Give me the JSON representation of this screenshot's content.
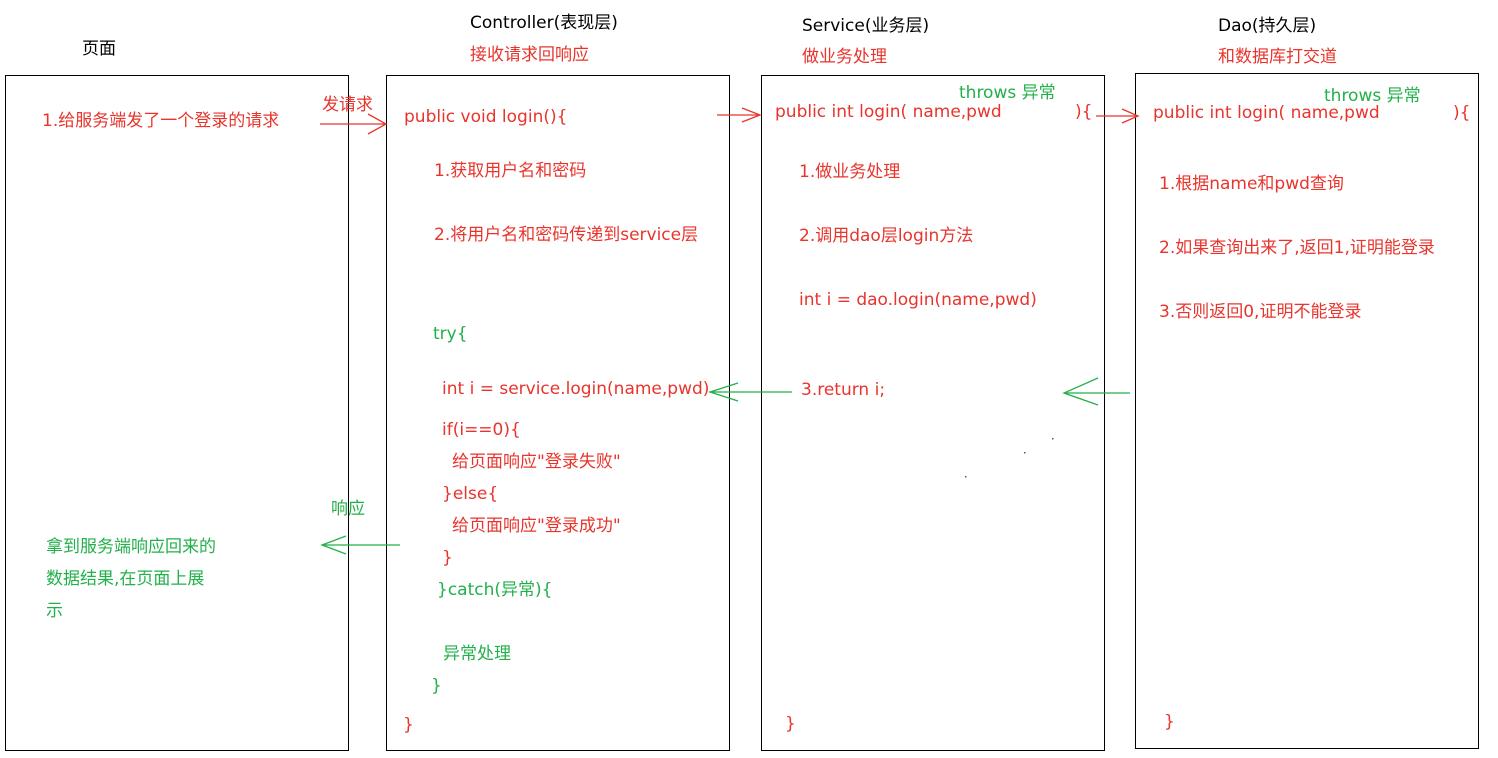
{
  "colors": {
    "red": "#e8342c",
    "green": "#22b04a",
    "black": "#000000"
  },
  "headers": {
    "page": {
      "title": "页面"
    },
    "controller": {
      "title": "Controller(表现层)",
      "subtitle": "接收请求回响应"
    },
    "service": {
      "title": "Service(业务层)",
      "subtitle": "做业务处理"
    },
    "dao": {
      "title": "Dao(持久层)",
      "subtitle": "和数据库打交道"
    }
  },
  "page_box": {
    "request_text": "1.给服务端发了一个登录的请求",
    "result_lines": [
      "拿到服务端响应回来的",
      "数据结果,在页面上展",
      "示"
    ]
  },
  "arrow_labels": {
    "send_request": "发请求",
    "response": "响应"
  },
  "controller_box": {
    "signature": "public void login(){",
    "step1": "1.获取用户名和密码",
    "step2": "2.将用户名和密码传递到service层",
    "try_open": "try{",
    "call": "int i = service.login(name,pwd)",
    "if_line": "if(i==0){",
    "fail_line": "给页面响应\"登录失败\"",
    "else_line": "}else{",
    "success_line": "给页面响应\"登录成功\"",
    "if_close": "}",
    "catch_line": "}catch(异常){",
    "exception_handling": "异常处理",
    "try_close": "}",
    "method_close": "}"
  },
  "service_box": {
    "throws": "throws 异常",
    "signature_left": "public  int   login(  name,pwd",
    "signature_right": "){",
    "step1": "1.做业务处理",
    "step2": "2.调用dao层login方法",
    "call": "int i = dao.login(name,pwd)",
    "return_line": "3.return i;",
    "method_close": "}"
  },
  "dao_box": {
    "throws": "throws 异常",
    "signature_left": "public  int   login(  name,pwd",
    "signature_right": "){",
    "step1": "1.根据name和pwd查询",
    "step2": "2.如果查询出来了,返回1,证明能登录",
    "step3": "3.否则返回0,证明不能登录",
    "method_close": "}"
  }
}
